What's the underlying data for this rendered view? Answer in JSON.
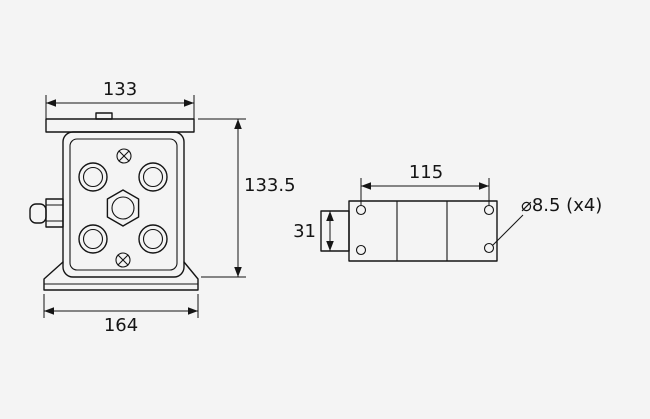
{
  "colors": {
    "bg": "#f4f4f4",
    "line": "#151515"
  },
  "front_view": {
    "dim_width_top": "133",
    "dim_height": "133.5",
    "dim_width_bottom": "164"
  },
  "side_view": {
    "dim_width": "115",
    "dim_height": "31",
    "hole_note": "⌀8.5  (x4)"
  }
}
